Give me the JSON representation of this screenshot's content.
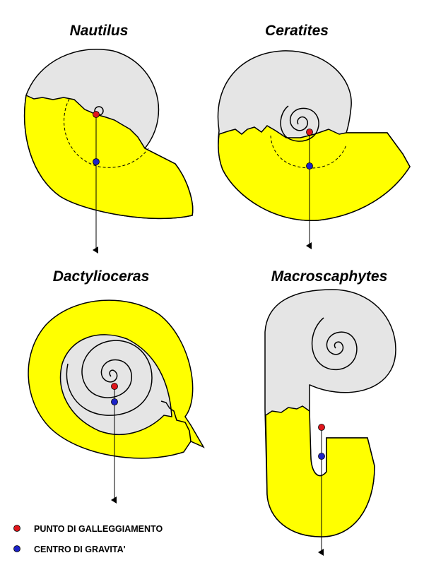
{
  "figure": {
    "shells": [
      {
        "title": "Nautilus"
      },
      {
        "title": "Ceratites"
      },
      {
        "title": "Dactylioceras"
      },
      {
        "title": "Macroscaphytes"
      }
    ],
    "legend": [
      {
        "label": "PUNTO DI GALLEGGIAMENTO",
        "color": "#e0161c"
      },
      {
        "label": "CENTRO DI GRAVITA'",
        "color": "#1c22c8"
      }
    ]
  },
  "colors": {
    "shell_empty": "#e5e5e5",
    "shell_filled": "#ffff00",
    "outline": "#000000"
  }
}
